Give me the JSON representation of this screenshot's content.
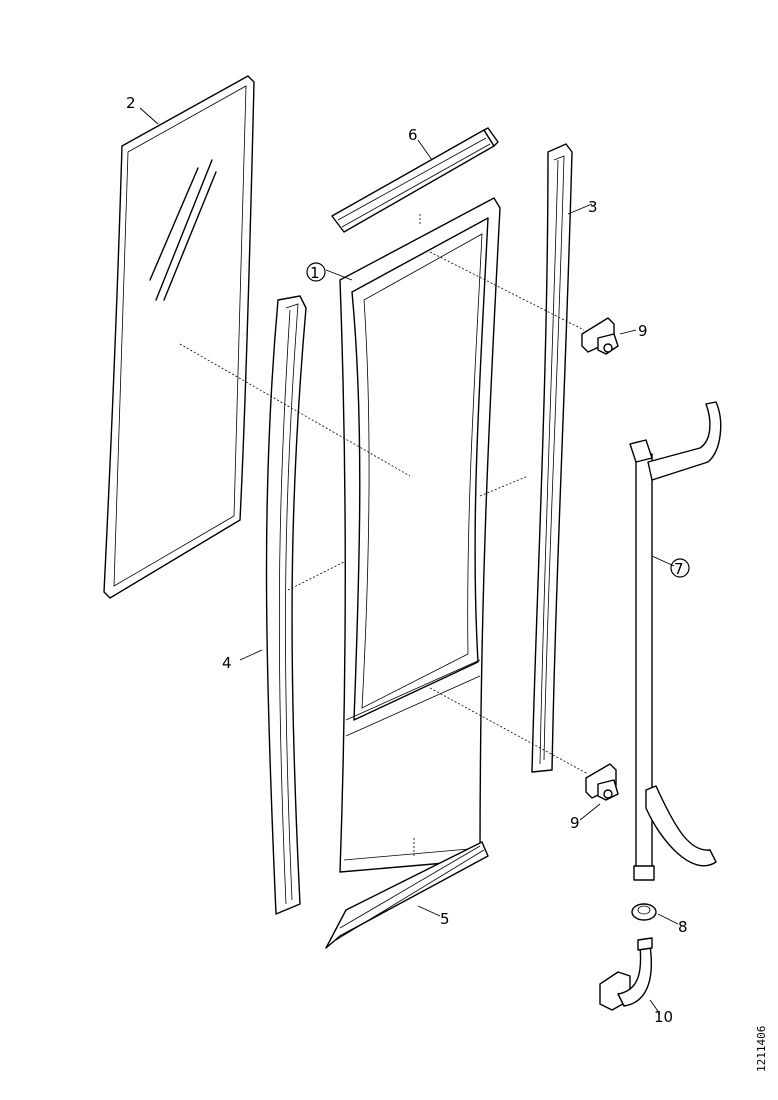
{
  "diagram": {
    "parts": [
      {
        "id": "frame",
        "label": "1",
        "circled": true
      },
      {
        "id": "glass-panel",
        "label": "2",
        "circled": false
      },
      {
        "id": "right-profile",
        "label": "3",
        "circled": false
      },
      {
        "id": "left-profile",
        "label": "4",
        "circled": false
      },
      {
        "id": "bottom-rail",
        "label": "5",
        "circled": false
      },
      {
        "id": "top-rail",
        "label": "6",
        "circled": false
      },
      {
        "id": "handle-bar",
        "label": "7",
        "circled": true
      },
      {
        "id": "handle-bushing",
        "label": "8",
        "circled": false
      },
      {
        "id": "hinge-upper",
        "label": "9",
        "circled": false
      },
      {
        "id": "hinge-lower",
        "label": "9",
        "circled": false
      },
      {
        "id": "handle-bracket",
        "label": "10",
        "circled": false
      }
    ],
    "reference_code": "1211406"
  }
}
